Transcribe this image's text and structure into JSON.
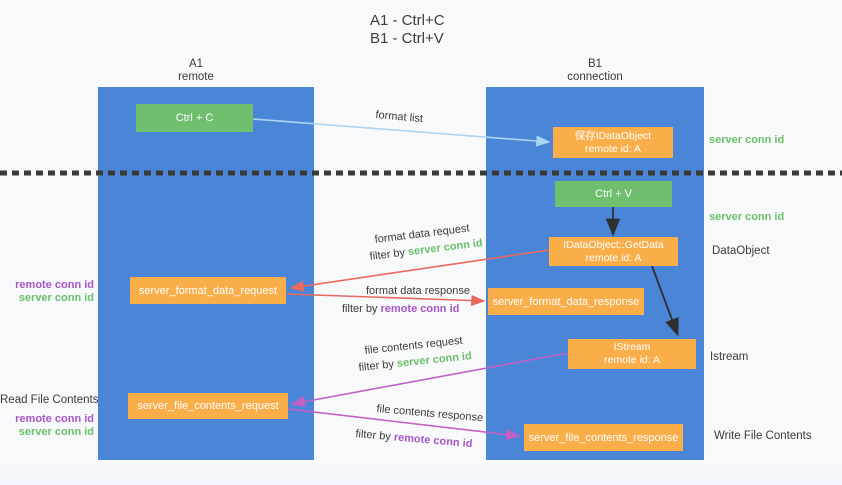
{
  "title": {
    "line1": "A1 - Ctrl+C",
    "line2": "B1 - Ctrl+V"
  },
  "lanes": {
    "left": {
      "name": "A1",
      "role": "remote"
    },
    "right": {
      "name": "B1",
      "role": "connection"
    }
  },
  "nodes": {
    "ctrl_c": {
      "label": "Ctrl + C"
    },
    "ctrl_v": {
      "label": "Ctrl + V"
    },
    "save_dataobject": {
      "line1": "保存IDataObject",
      "line2": "remote id: A"
    },
    "getdata": {
      "line1": "IDataObject::GetData",
      "line2": "remote id: A"
    },
    "istream": {
      "line1": "IStream",
      "line2": "remote id: A"
    },
    "server_format_data_request": {
      "label": "server_format_data_request"
    },
    "server_format_data_response": {
      "label": "server_format_data_response"
    },
    "server_file_contents_request": {
      "label": "server_file_contents_request"
    },
    "server_file_contents_response": {
      "label": "server_file_contents_response"
    }
  },
  "edge_labels": {
    "format_list": "format list",
    "format_data_request": "format data request",
    "format_data_response": "format data response",
    "file_contents_request": "file contents request",
    "file_contents_response": "file contents response",
    "filter_by_prefix": "filter by ",
    "server_conn_id": "server conn id",
    "remote_conn_id": "remote conn id"
  },
  "annotations": {
    "left_format": {
      "remote": "remote conn id",
      "server": "server conn id"
    },
    "read_file_contents": "Read File Contents",
    "left_file": {
      "remote": "remote conn id",
      "server": "server conn id"
    },
    "server_conn_id_top": "server conn id",
    "server_conn_id_mid": "server conn id",
    "dataobject": "DataObject",
    "istream": "Istream",
    "write_file_contents": "Write File Contents"
  },
  "colors": {
    "lane_blue": "#4b85d8",
    "node_green": "#6fbf6f",
    "node_orange": "#f9ae49",
    "arrow_light_blue": "#a9d5f0",
    "arrow_red": "#e8695e",
    "arrow_magenta": "#c160c5",
    "arrow_black": "#2f2f2f",
    "text_green": "#6abf69",
    "text_purple": "#a855c8",
    "text_dark": "#3b3b3b"
  }
}
